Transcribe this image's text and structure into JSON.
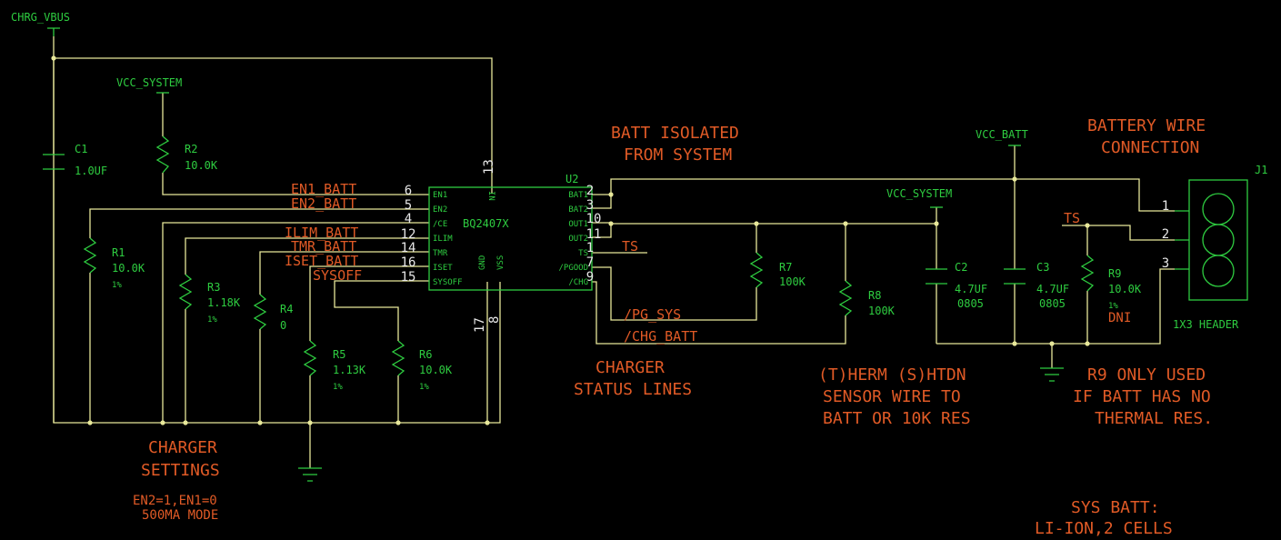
{
  "power_ports": {
    "chrg_vbus": "CHRG_VBUS",
    "vcc_system_1": "VCC_SYSTEM",
    "vcc_system_2": "VCC_SYSTEM",
    "vcc_batt": "VCC_BATT"
  },
  "nets": {
    "en1": "EN1_BATT",
    "en2": "EN2_BATT",
    "ilim": "ILIM_BATT",
    "tmr": "TMR_BATT",
    "iset": "ISET_BATT",
    "sysoff": "SYSOFF",
    "ts_1": "TS",
    "ts_2": "TS",
    "pg": "/PG_SYS",
    "chg": "/CHG_BATT"
  },
  "ic": {
    "ref": "U2",
    "value": "BQ2407X",
    "pins_left": [
      {
        "num": "6",
        "name": "EN1"
      },
      {
        "num": "5",
        "name": "EN2"
      },
      {
        "num": "4",
        "name": "/CE"
      },
      {
        "num": "12",
        "name": "ILIM"
      },
      {
        "num": "14",
        "name": "TMR"
      },
      {
        "num": "16",
        "name": "ISET"
      },
      {
        "num": "15",
        "name": "SYSOFF"
      }
    ],
    "pins_right": [
      {
        "num": "2",
        "name": "BAT1"
      },
      {
        "num": "3",
        "name": "BAT2"
      },
      {
        "num": "10",
        "name": "OUT1"
      },
      {
        "num": "11",
        "name": "OUT2"
      },
      {
        "num": "1",
        "name": "TS"
      },
      {
        "num": "7",
        "name": "/PGOOD"
      },
      {
        "num": "9",
        "name": "/CHG"
      }
    ],
    "pin_in": {
      "num": "13",
      "name": "IN"
    },
    "pin_gnd": {
      "num": "17",
      "name": "GND"
    },
    "pin_vss": {
      "num": "8",
      "name": "VSS"
    }
  },
  "components": {
    "c1": {
      "ref": "C1",
      "value": "1.0UF"
    },
    "r2": {
      "ref": "R2",
      "value": "10.0K"
    },
    "r1": {
      "ref": "R1",
      "value": "10.0K",
      "tol": "1%"
    },
    "r3": {
      "ref": "R3",
      "value": "1.18K",
      "tol": "1%"
    },
    "r4": {
      "ref": "R4",
      "value": "0"
    },
    "r5": {
      "ref": "R5",
      "value": "1.13K",
      "tol": "1%"
    },
    "r6": {
      "ref": "R6",
      "value": "10.0K",
      "tol": "1%"
    },
    "r7": {
      "ref": "R7",
      "value": "100K"
    },
    "r8": {
      "ref": "R8",
      "value": "100K"
    },
    "c2": {
      "ref": "C2",
      "value": "4.7UF",
      "pkg": "0805"
    },
    "c3": {
      "ref": "C3",
      "value": "4.7UF",
      "pkg": "0805"
    },
    "r9": {
      "ref": "R9",
      "value": "10.0K",
      "tol": "1%",
      "note": "DNI"
    },
    "j1": {
      "ref": "J1",
      "value": "1X3 HEADER",
      "pins": [
        "1",
        "2",
        "3"
      ]
    }
  },
  "notes": {
    "batt_isolated": [
      "BATT ISOLATED",
      "FROM SYSTEM"
    ],
    "battery_wire": [
      "BATTERY WIRE",
      "CONNECTION"
    ],
    "charger_status": [
      "CHARGER",
      "STATUS LINES"
    ],
    "charger_settings": [
      "CHARGER",
      "SETTINGS"
    ],
    "mode": [
      "EN2=1,EN1=0",
      "500MA MODE"
    ],
    "therm": [
      "(T)HERM (S)HTDN",
      "SENSOR WIRE TO",
      "BATT OR 10K RES"
    ],
    "r9_note": [
      "R9 ONLY USED",
      "IF BATT HAS NO",
      "THERMAL RES."
    ],
    "sys_batt": [
      "SYS BATT:",
      "LI-ION,2 CELLS"
    ]
  },
  "colors": {
    "background": "#000000",
    "wire": "#e8e89a",
    "component": "#2ecc40",
    "net_label": "#e05a26",
    "pin_number": "#e8e8e8",
    "annotation": "#e05a26"
  }
}
